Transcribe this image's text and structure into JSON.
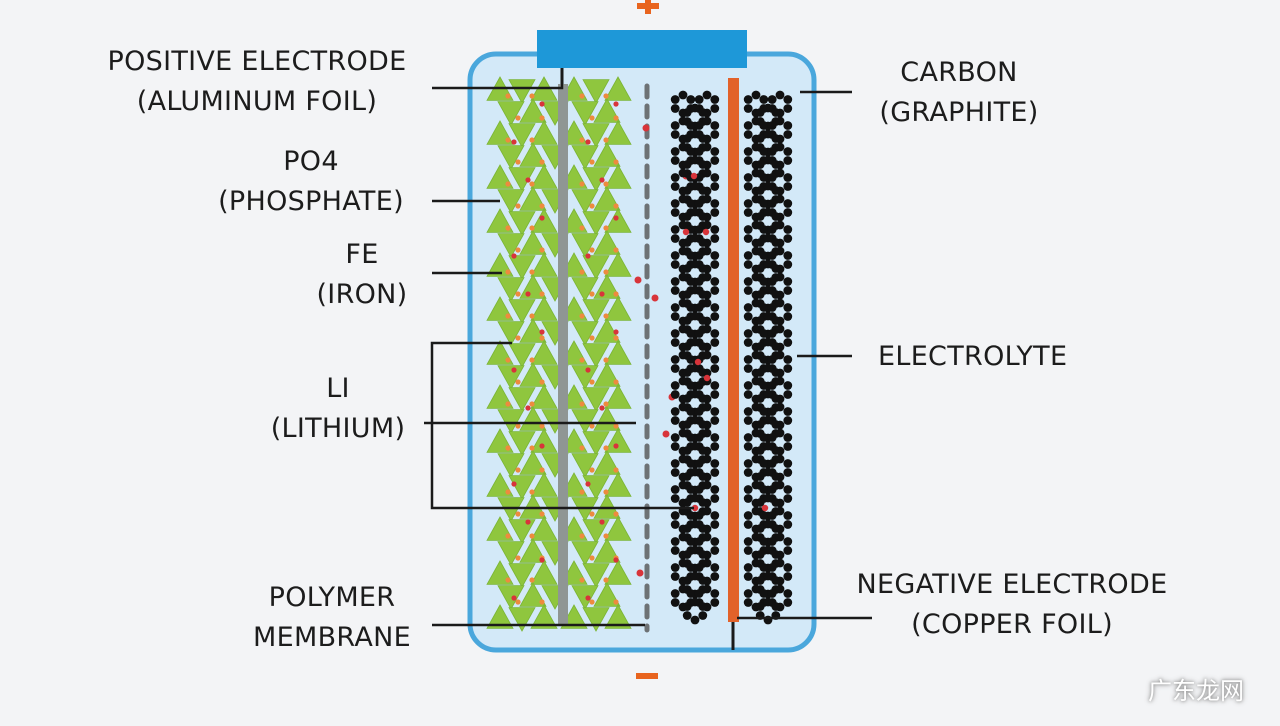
{
  "terminals": {
    "positive": "+",
    "negative": "-"
  },
  "labels": {
    "positive_electrode": [
      "POSITIVE ELECTRODE",
      "(ALUMINUM FOIL)"
    ],
    "phosphate": [
      "PO4",
      "(PHOSPHATE)"
    ],
    "iron": [
      "FE",
      "(IRON)"
    ],
    "lithium": [
      "LI",
      "(LITHIUM)"
    ],
    "polymer_membrane": [
      "POLYMER",
      "MEMBRANE"
    ],
    "carbon": [
      "CARBON",
      "(GRAPHITE)"
    ],
    "electrolyte": [
      "ELECTROLYTE"
    ],
    "negative_electrode": [
      "NEGATIVE ELECTRODE",
      "(COPPER FOIL)"
    ]
  },
  "watermark": "广东龙网",
  "colors": {
    "background": "#f3f4f6",
    "cell_fill": "#d3e9f8",
    "cell_border": "#4aa7dc",
    "cap": "#1e98d8",
    "terminal": "#e8641e",
    "aluminum_foil": "#8f9694",
    "copper_foil": "#e2622a",
    "cathode_crystal": "#8fc63e",
    "iron_atom": "#ed8b3e",
    "lithium_ion": "#d8343a",
    "graphite": "#111111",
    "membrane": "#6d7275",
    "leader_line": "#1a1a1a"
  }
}
